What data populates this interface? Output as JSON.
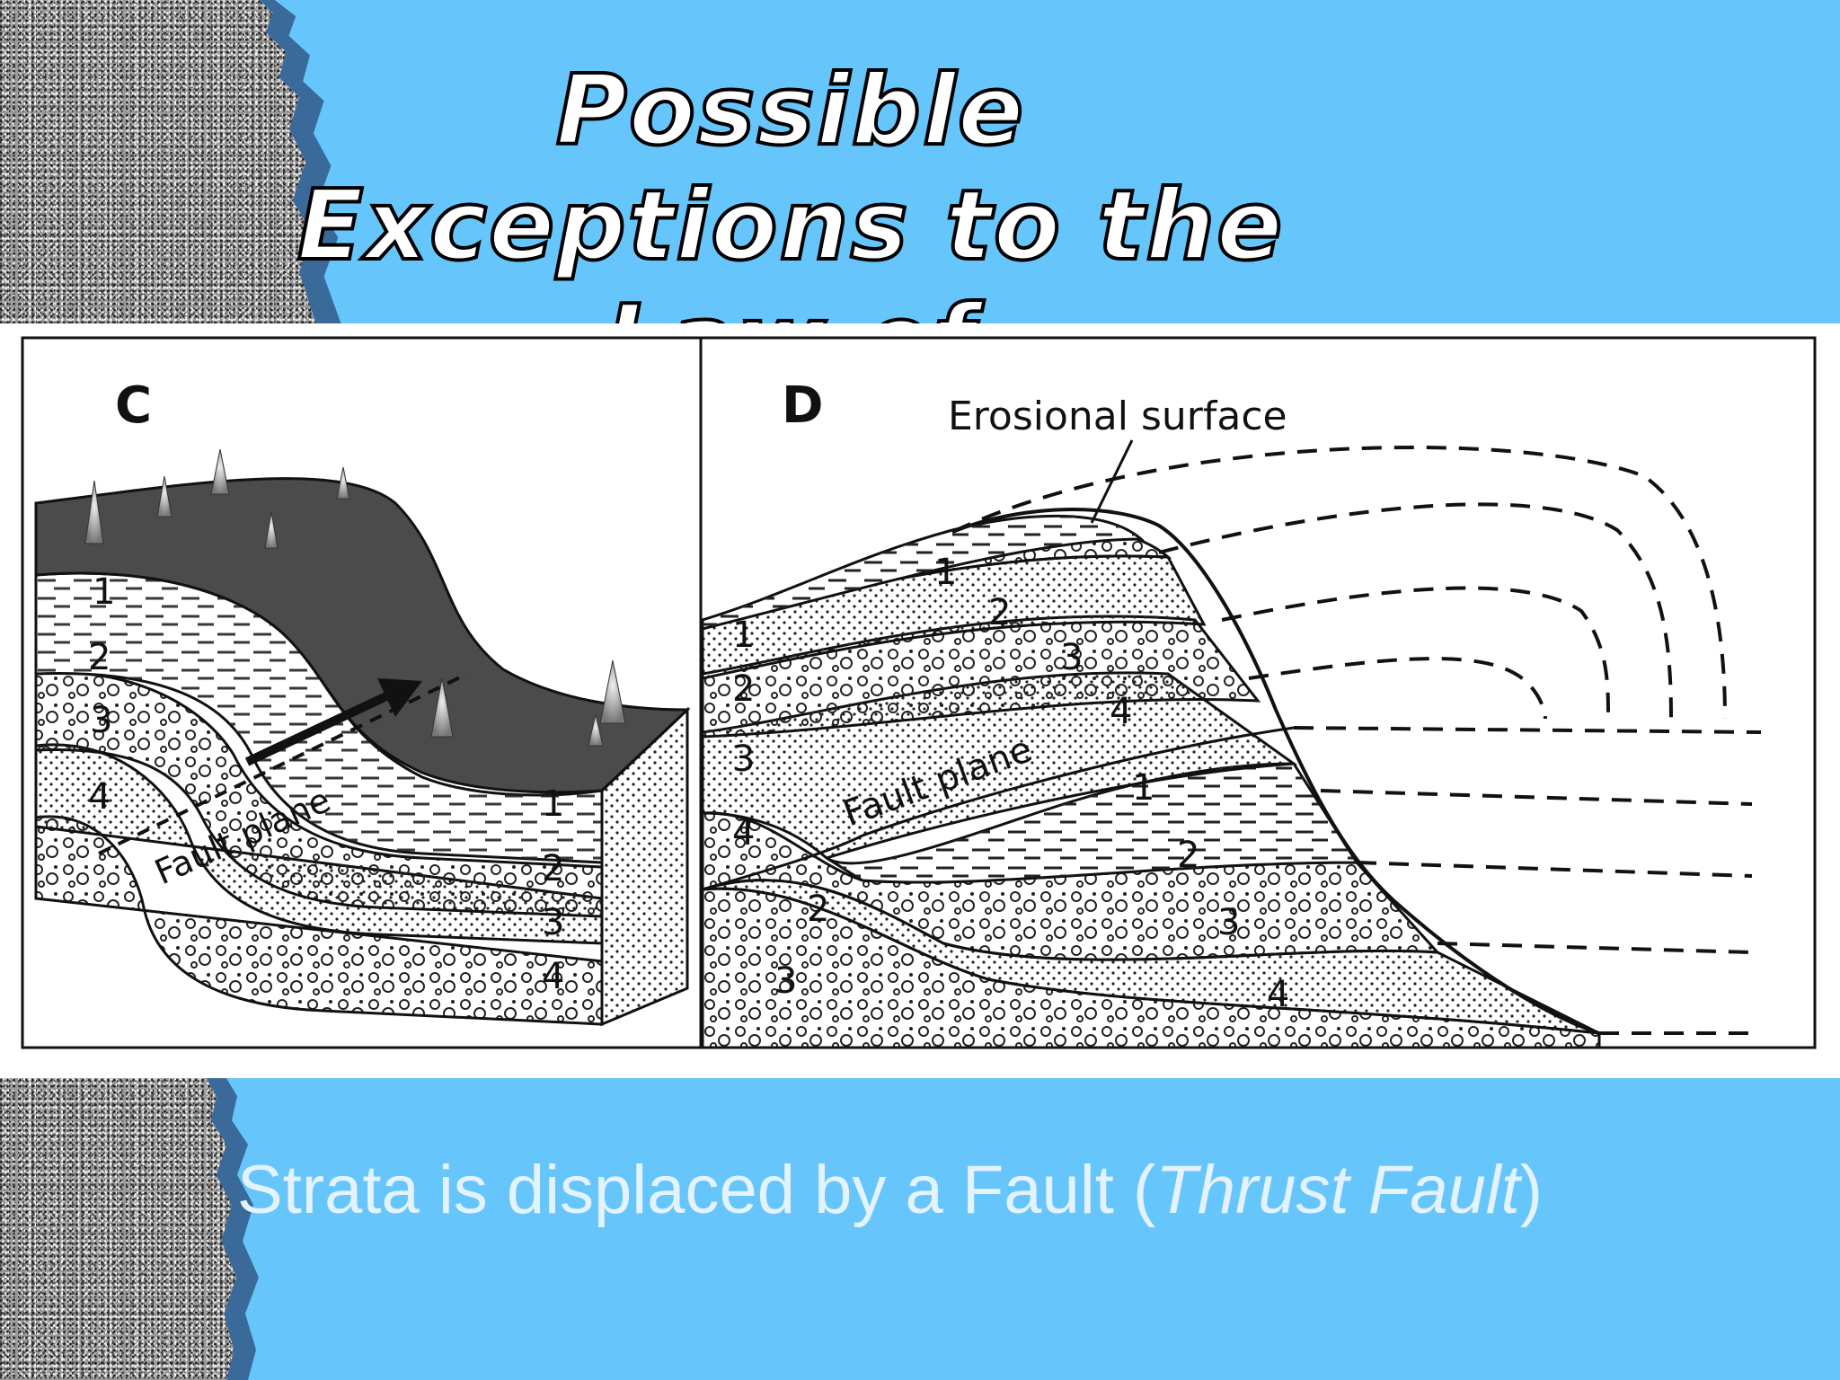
{
  "slide": {
    "title_line1": "Possible Exceptions to the",
    "title_line2": "Law of Superposition",
    "caption_pre": "Strata is displaced by a Fault (",
    "caption_italic": "Thrust Fault",
    "caption_post": ")"
  },
  "figure": {
    "panel_c": {
      "label": "C",
      "fault_label": "Fault plane",
      "layer_labels_left": [
        "1",
        "2",
        "3",
        "4"
      ],
      "layer_labels_right": [
        "1",
        "2",
        "3",
        "4"
      ]
    },
    "panel_d": {
      "label": "D",
      "erosion_label": "Erosional surface",
      "fault_label": "Fault plane",
      "upper_layer_labels": [
        "1",
        "2",
        "3",
        "4"
      ],
      "upper_left_labels": [
        "1",
        "2",
        "3",
        "4"
      ],
      "lower_layer_labels": [
        "1",
        "2",
        "3",
        "4"
      ],
      "lower_left_labels": [
        "2",
        "3"
      ]
    }
  },
  "colors": {
    "background": "#66c6fc",
    "title_fill": "#ffffff",
    "title_stroke": "#000000",
    "caption": "#e4f2fb"
  }
}
